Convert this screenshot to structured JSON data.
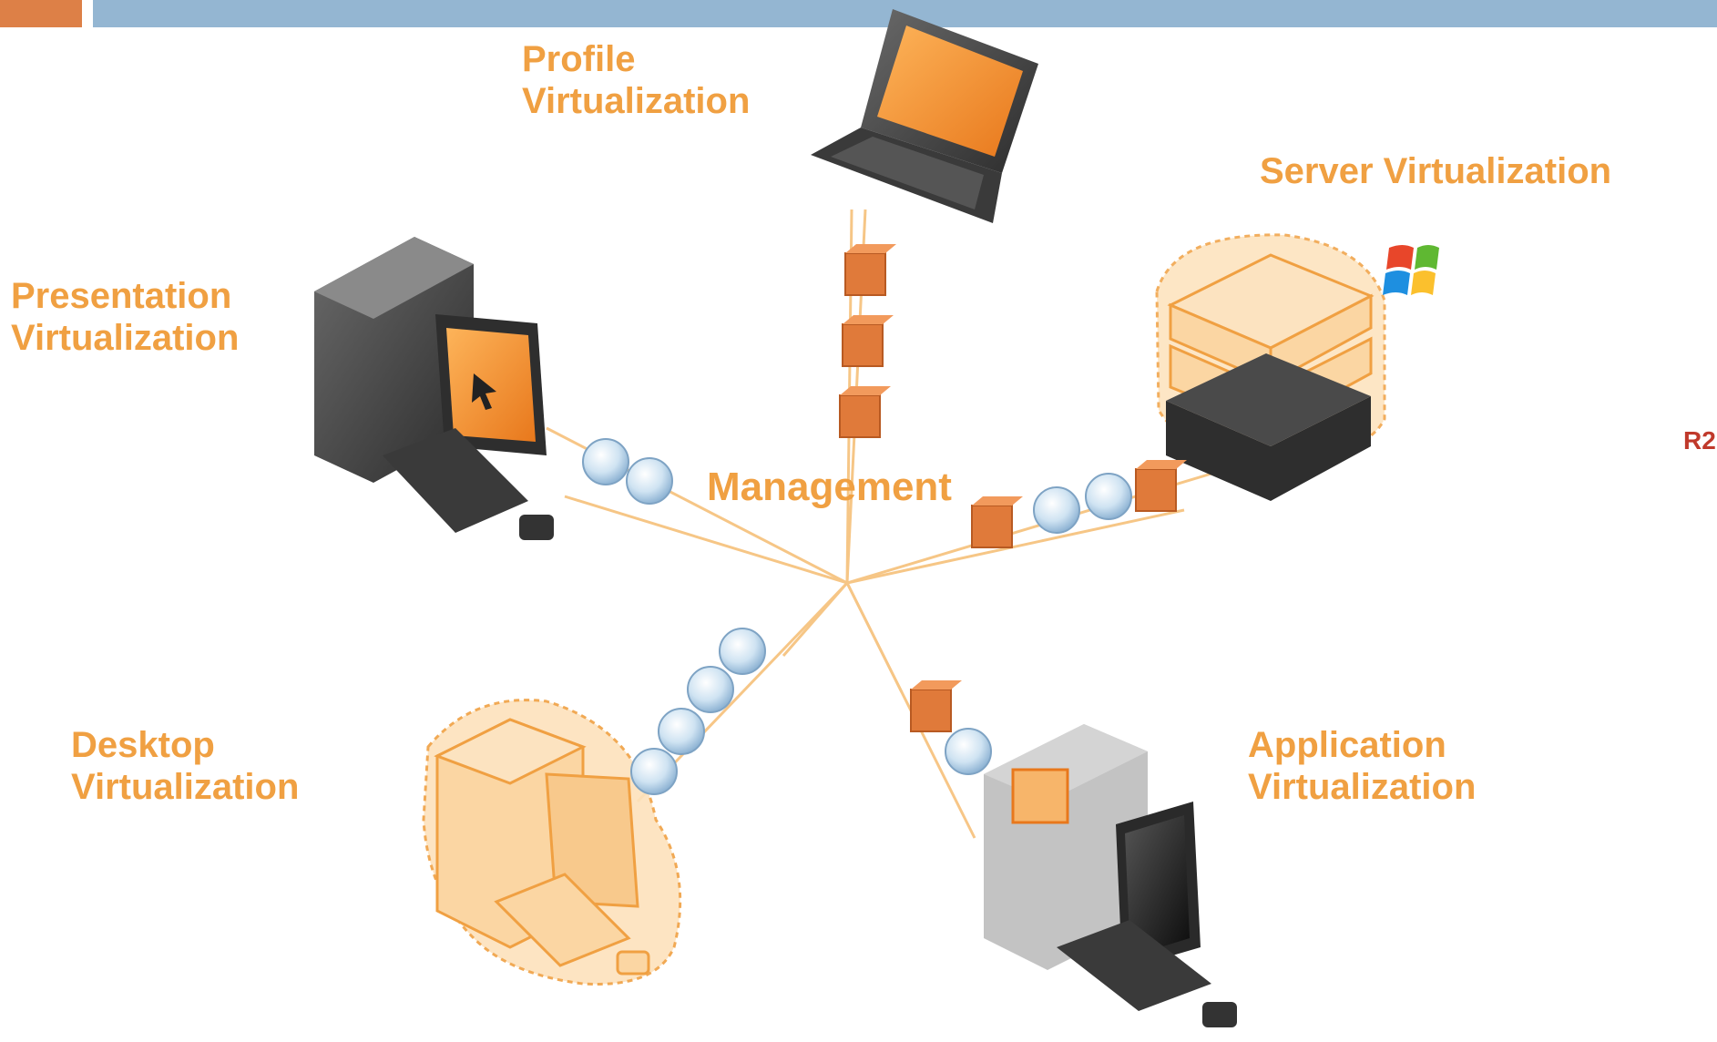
{
  "labels": {
    "profile": "Profile\nVirtualization",
    "server": "Server Virtualization",
    "presentation": "Presentation\nVirtualization",
    "management": "Management",
    "desktop": "Desktop\nVirtualization",
    "application": "Application\nVirtualization",
    "r2": "R2"
  },
  "colors": {
    "accent": "#f0a042",
    "header_bar": "#94b6d2",
    "header_accent": "#dd8047",
    "r2": "#c0392b"
  }
}
